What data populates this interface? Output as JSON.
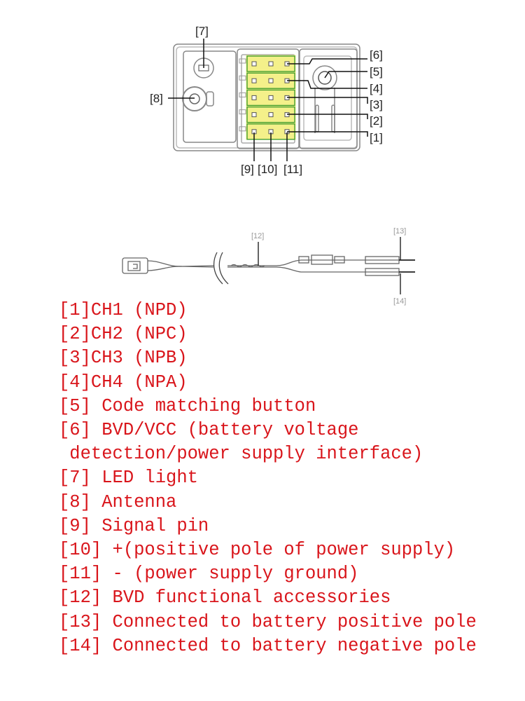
{
  "receiver_diagram": {
    "labels": {
      "l1": "[1]",
      "l2": "[2]",
      "l3": "[3]",
      "l4": "[4]",
      "l5": "[5]",
      "l6": "[6]",
      "l7": "[7]",
      "l8": "[8]",
      "l9": "[9]",
      "l10": "[10]",
      "l11": "[11]"
    }
  },
  "cable_diagram": {
    "labels": {
      "l12": "[12]",
      "l13": "[13]",
      "l14": "[14]"
    }
  },
  "legend": [
    "[1]CH1 (NPD)",
    "[2]CH2 (NPC)",
    "[3]CH3 (NPB)",
    "[4]CH4 (NPA)",
    "[5] Code matching button",
    "[6] BVD/VCC (battery voltage",
    " detection/power supply interface)",
    "[7] LED light",
    "[8] Antenna",
    "[9] Signal pin",
    "[10] +(positive pole of power supply)",
    "[11] - (power supply ground)",
    "[12] BVD functional accessories",
    "[13] Connected to battery positive pole",
    "[14] Connected to battery negative pole"
  ],
  "colors": {
    "text": "#d9151b",
    "pin_outline": "#3a9a2a",
    "pin_fill": "#f4f08a"
  }
}
